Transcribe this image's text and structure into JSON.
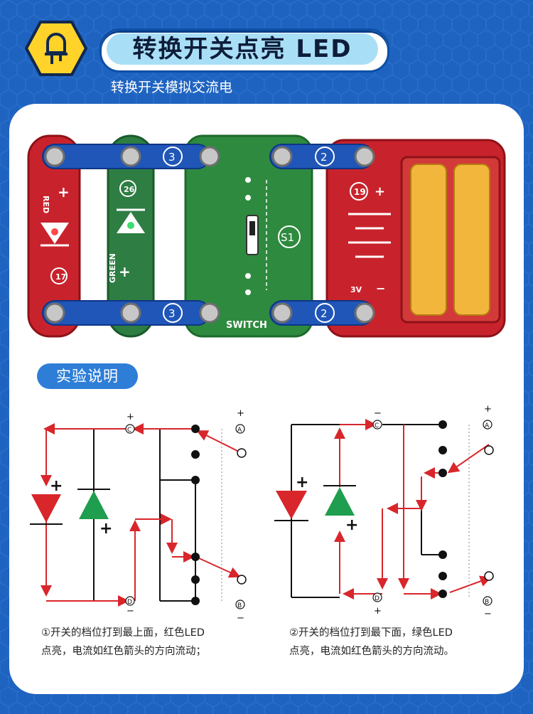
{
  "header": {
    "title": "转换开关点亮 LED",
    "subtitle": "转换开关模拟交流电"
  },
  "board": {
    "red_led_label": "RED",
    "red_led_number": "17",
    "green_led_label": "GREEN",
    "green_led_number": "26",
    "wire_label_3": "3",
    "wire_label_2": "2",
    "switch_label": "S1",
    "switch_text": "SWITCH",
    "battery_number": "19",
    "battery_voltage": "3V",
    "plus": "+",
    "minus": "−"
  },
  "section": {
    "title": "实验说明"
  },
  "diagrams": {
    "node_a": "A",
    "node_b": "B",
    "node_c": "C",
    "node_d": "D",
    "plus": "+",
    "minus": "−"
  },
  "captions": {
    "step1_line1": "①开关的档位打到最上面，红色LED",
    "step1_line2": "点亮，电流如红色箭头的方向流动；",
    "step2_line1": "②开关的档位打到最下面，绿色LED",
    "step2_line2": "点亮，电流如红色箭头的方向流动。"
  },
  "colors": {
    "background_blue": "#1f63c0",
    "arrow_red": "#d8262b",
    "led_green": "#1e9e4e",
    "board_green": "#2e7d43",
    "board_red": "#c8232c",
    "battery_yellow": "#f3b63d",
    "section_blue": "#2e7ed8"
  },
  "icons": {
    "badge": "led-bulb-icon"
  }
}
